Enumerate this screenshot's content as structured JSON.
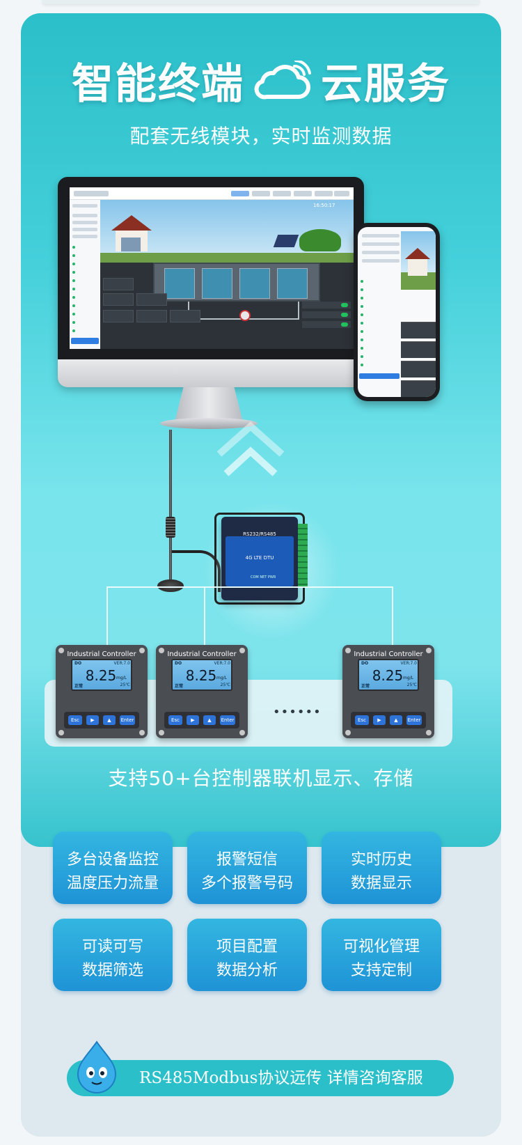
{
  "hero": {
    "title_left": "智能终端",
    "title_right": "云服务",
    "subtitle": "配套无线模块，实时监测数据",
    "cloud_icon": "cloud-icon"
  },
  "devices": {
    "monitor_time": "16:50:17",
    "dtu_model": "RS232/RS485",
    "dtu_type": "4G LTE DTU",
    "dtu_lights": "COM  NET  PWR"
  },
  "controllers": {
    "items": [
      {
        "name": "Industrial Controller",
        "param": "DO",
        "version": "VER:7.0",
        "value": "8.25",
        "unit": "mg/L",
        "status": "正常",
        "temp": "25℃"
      },
      {
        "name": "Industrial Controller",
        "param": "DO",
        "version": "VER:7.0",
        "value": "8.25",
        "unit": "mg/L",
        "status": "正常",
        "temp": "25℃"
      },
      {
        "name": "Industrial Controller",
        "param": "DO",
        "version": "VER:7.0",
        "value": "8.25",
        "unit": "mg/L",
        "status": "正常",
        "temp": "25℃"
      }
    ],
    "keys": [
      "Esc",
      "▶",
      "▲",
      "Enter"
    ],
    "ellipsis": "••••••"
  },
  "support_text": "支持50+台控制器联机显示、存储",
  "features": [
    {
      "line1": "多台设备监控",
      "line2": "温度压力流量"
    },
    {
      "line1": "报警短信",
      "line2": "多个报警号码"
    },
    {
      "line1": "实时历史",
      "line2": "数据显示"
    },
    {
      "line1": "可读可写",
      "line2": "数据筛选"
    },
    {
      "line1": "项目配置",
      "line2": "数据分析"
    },
    {
      "line1": "可视化管理",
      "line2": "支持定制"
    }
  ],
  "bottom_banner": "RS485Modbus协议远传 详情咨询客服",
  "colors": {
    "accent": "#2bbfc9",
    "feature_blue": "#1f93d6"
  }
}
